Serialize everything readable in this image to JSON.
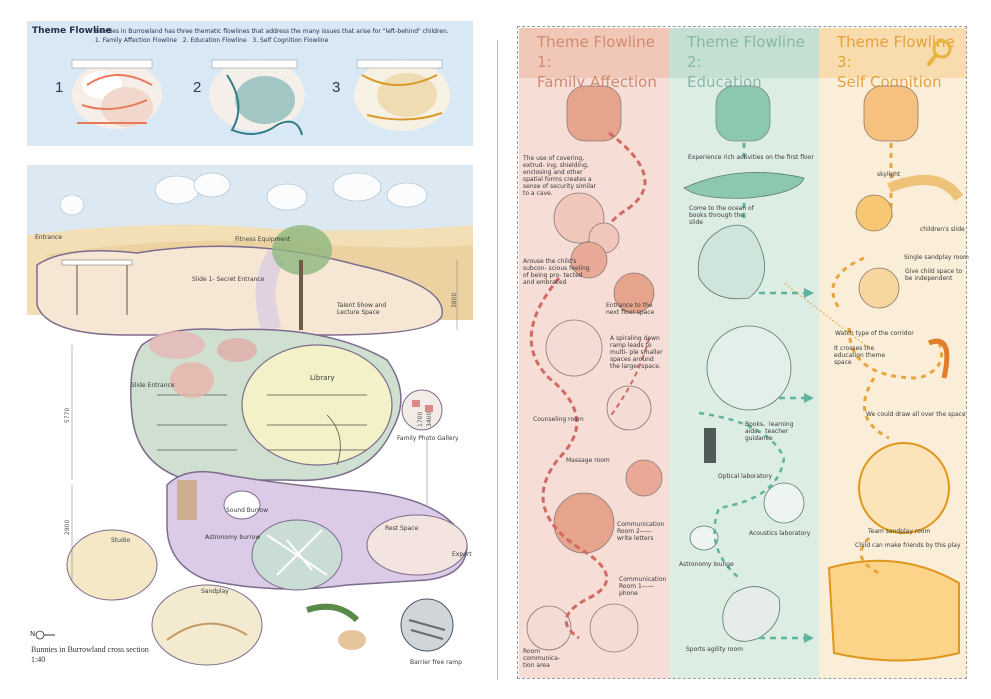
{
  "overview": {
    "title": "Theme Flowline",
    "description_line1": "Bunnies in Burrowland has three thematic flowlines that address the many issues that arise for \"left-behind\" children.",
    "description_line2": "1. Family Affection Flowline   2. Education Flowline   3. Self Cognition Flowline",
    "numbers": [
      "1",
      "2",
      "3"
    ]
  },
  "section": {
    "labels": {
      "entrance": "Entrance",
      "fitness": "Fitness Equipment",
      "slide1": "Slide 1- Secret Entrance",
      "talent": "Talent Show and Lecture Space",
      "library": "Library",
      "slide_entrance": "Slide Entrance",
      "family_photo": "Family Photo Gallery",
      "sound_burrow": "Sound Burrow",
      "astronomy_burrow": "Astronomy burrow",
      "studio": "Studio",
      "rest_space": "Rest Space",
      "export": "Export",
      "sandplay": "Sandplay",
      "barrier_free": "Barrier free ramp"
    },
    "dims": [
      "3800",
      "5770",
      "2900",
      "1700",
      "3400"
    ],
    "caption_line1": "Bunnies in Burrowland cross section",
    "caption_line2": "1:40",
    "north": "N"
  },
  "flowlines": {
    "col1": {
      "heading_line1": "Theme Flowline 1:",
      "heading_line2": "Family Affection",
      "labels": {
        "covering": "The use of covering, extrud- ing, shielding, enclosing and other spatial forms creates a sense of security similar to a cave.",
        "arouse": "Arouse the child's subcon- scious feeling of being pro- tected and embraced",
        "entrance_next": "Entrance to the next floor space",
        "spiral": "A spiraling down ramp leads to multi- ple smaller spaces around the larger space.",
        "counseling": "Counseling room",
        "massage": "Massage room",
        "comm2": "Communication Room 2——write letters",
        "comm1": "Communication Room 1——phone",
        "room_comm": "Room communica- tion area"
      }
    },
    "col2": {
      "heading_line1": "Theme Flowline 2:",
      "heading_line2": "Education",
      "labels": {
        "experience": "Experience rich activities on the first floor",
        "ocean": "Come to the ocean of books through the slide",
        "books": "Books、learning aids、 teacher guidance",
        "optical": "Optical laboratory",
        "acoustics": "Acoustics laboratory",
        "astronomy": "Astronomy lounge",
        "sports": "Sports agility room"
      }
    },
    "col3": {
      "heading_line1": "Theme Flowline 3:",
      "heading_line2": "Self Cognition",
      "labels": {
        "skylight": "skylight",
        "childrens_slide": "children's slide",
        "single_sandplay": "Single sandplay room",
        "give_space": "Give child space to be independent",
        "watch": "Watch type of the corridor",
        "crosses": "It crosses the education theme space",
        "draw": "We could draw all over the space",
        "team": "Team sandplay room",
        "friends": "Child can make friends by this play"
      }
    }
  },
  "colors": {
    "affection": "#e6a28a",
    "education": "#8cc7b0",
    "cognition": "#f0b54a",
    "sky": "#dfeaf4",
    "header_blue": "#d7e9f6"
  }
}
